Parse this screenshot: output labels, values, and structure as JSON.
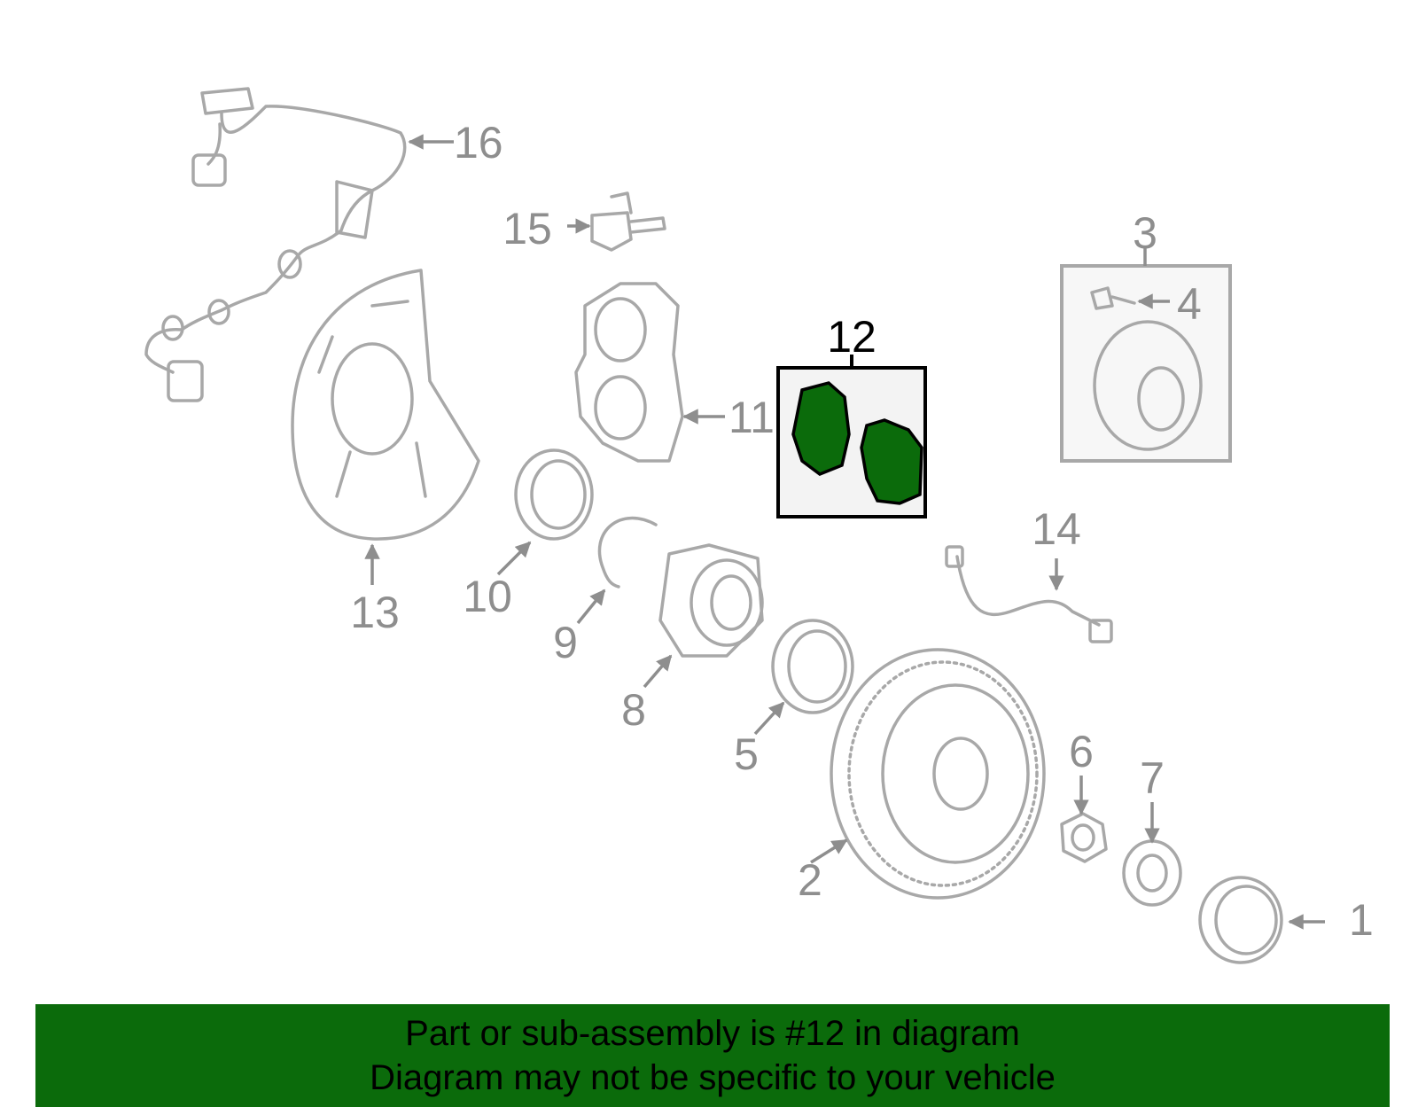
{
  "callouts": {
    "c1": "1",
    "c2": "2",
    "c3": "3",
    "c4": "4",
    "c5": "5",
    "c6": "6",
    "c7": "7",
    "c8": "8",
    "c9": "9",
    "c10": "10",
    "c11": "11",
    "c12": "12",
    "c13": "13",
    "c14": "14",
    "c15": "15",
    "c16": "16"
  },
  "highlight_part": "12",
  "colors": {
    "highlight_fill": "#0b6b0b",
    "banner_bg": "#0b6b0b",
    "part_stroke": "#a8a8a8",
    "label_gray": "#8e8e8e",
    "inset_bg": "#f7f7f7"
  },
  "banner": {
    "line1": "Part or sub-assembly is #12 in diagram",
    "line2": "Diagram may not be specific to your vehicle"
  }
}
